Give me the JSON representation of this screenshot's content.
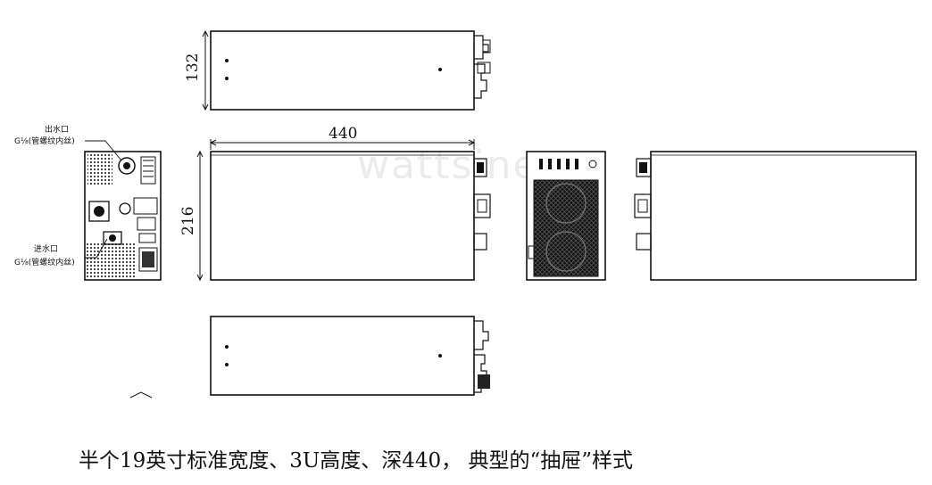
{
  "dimensions": {
    "height_top": "132",
    "width": "440",
    "height_front": "216"
  },
  "labels": {
    "outlet_title": "出水口",
    "outlet_spec": "G⅛(管螺纹内丝)",
    "inlet_title": "进水口",
    "inlet_spec": "G⅛(管螺纹内丝)"
  },
  "watermark": "wattsine",
  "caption": "半个19英寸标准宽度、3U高度、深440， 典型的“抽屉”样式"
}
